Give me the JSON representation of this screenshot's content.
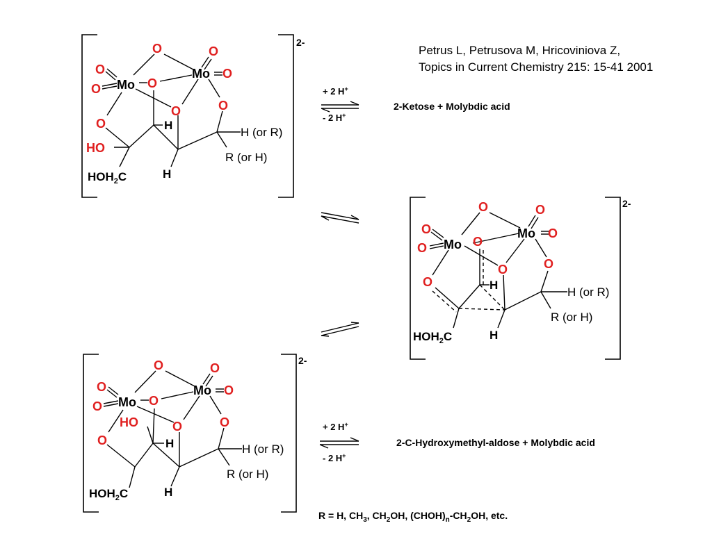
{
  "reference": {
    "line1": "Petrus L, Petrusova M, Hricoviniova Z,",
    "line2": "Topics in Current Chemistry 215: 15-41 2001"
  },
  "colors": {
    "oxygen": "#e02020",
    "black": "#000000"
  },
  "atoms": {
    "mo": "Mo",
    "o": "O",
    "ho": "HO",
    "h": "H",
    "hoh2c": "HOH",
    "sub2": "2",
    "c": "C",
    "h_or_r": "H (or R)",
    "r_or_h": "R (or H)"
  },
  "complexes": {
    "charge": "2-"
  },
  "equilibria": {
    "plus_2h": "+ 2 H",
    "minus_2h": "- 2 H",
    "plus_sup": "+",
    "top_product": "2-Ketose + Molybdic acid",
    "bottom_product": "2-C-Hydroxymethyl-aldose + Molybdic acid"
  },
  "footnote": {
    "r_prefix": "R = H, CH",
    "sub3": "3",
    "mid1": ", CH",
    "sub2": "2",
    "mid2": "OH, (CHOH)",
    "subn": "n",
    "tail": "-CH",
    "sub2b": "2",
    "end": "OH, etc."
  }
}
